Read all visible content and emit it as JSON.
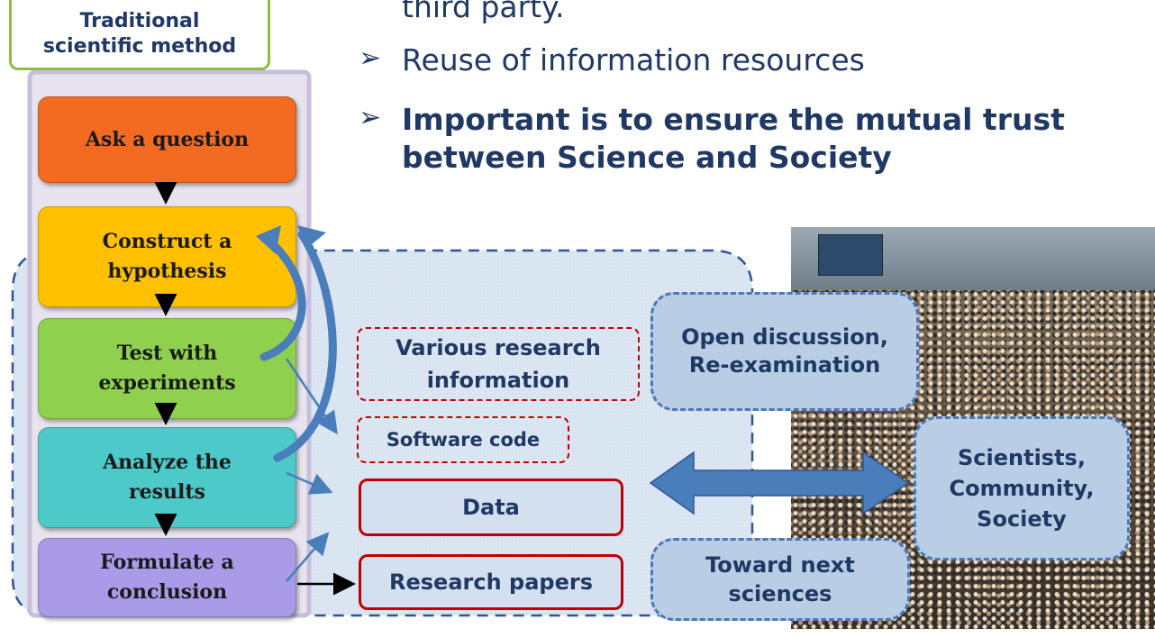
{
  "header_box": {
    "title": "Traditional\nscientific method"
  },
  "bullets": {
    "fragment": "third party.",
    "item1": "Reuse of information resources",
    "item2": "Important is to ensure the mutual trust\nbetween Science and Society",
    "marker": "➢"
  },
  "method_steps": [
    {
      "label": "Ask a question",
      "color": "#f26b21"
    },
    {
      "label": "Construct a\nhypothesis",
      "color": "#ffc000"
    },
    {
      "label": "Test with\nexperiments",
      "color": "#8fd14f"
    },
    {
      "label": "Analyze the\nresults",
      "color": "#4ec9c9"
    },
    {
      "label": "Formulate a\nconclusion",
      "color": "#a99be8"
    }
  ],
  "outputs": {
    "research_info": "Various research\ninformation",
    "software": "Software code",
    "data": "Data",
    "papers": "Research papers"
  },
  "discussion": {
    "open": "Open discussion,\nRe-examination",
    "next": "Toward next\nsciences",
    "audience": "Scientists,\nCommunity,\nSociety"
  },
  "colors": {
    "text_blue": "#1f3864",
    "region_fill": "#dce6f2",
    "region_border": "#2f5597",
    "arrow_blue": "#4a7ebb",
    "red": "#c00000",
    "header_border": "#8fbc45"
  }
}
